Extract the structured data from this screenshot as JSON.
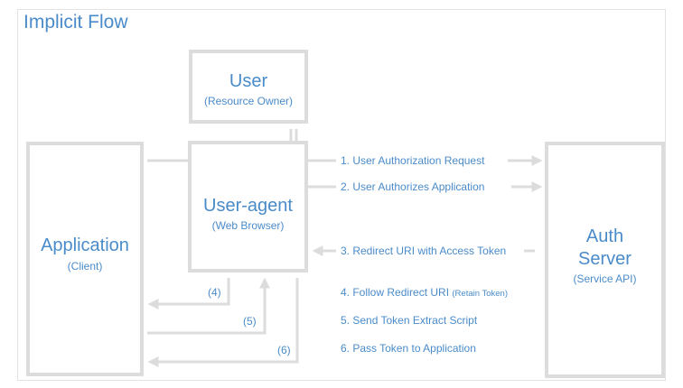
{
  "title": "Implicit Flow",
  "boxes": {
    "user": {
      "name": "User",
      "role": "(Resource Owner)"
    },
    "agent": {
      "name": "User-agent",
      "role": "(Web Browser)"
    },
    "app": {
      "name": "Application",
      "role": "(Client)"
    },
    "auth": {
      "name_line1": "Auth",
      "name_line2": "Server",
      "role": "(Service API)"
    }
  },
  "steps": [
    {
      "label": "1. User Authorization Request"
    },
    {
      "label": "2. User Authorizes Application"
    },
    {
      "label": "3. Redirect URI with Access Token"
    },
    {
      "label": "4. Follow Redirect URI",
      "note": "(Retain Token)"
    },
    {
      "label": "5. Send Token Extract Script"
    },
    {
      "label": "6. Pass Token to Application"
    }
  ],
  "arrow_numbers": [
    "(4)",
    "(5)",
    "(6)"
  ],
  "colors": {
    "accent": "#4a8bc9",
    "line": "#dcdcdc"
  }
}
